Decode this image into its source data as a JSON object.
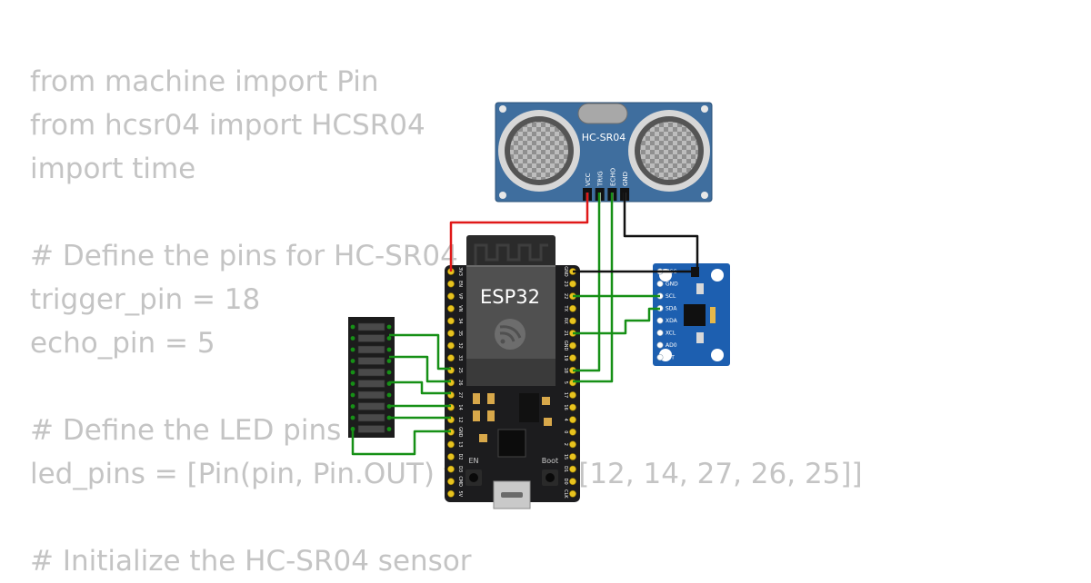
{
  "code_lines": [
    "from machine import Pin",
    "from hcsr04 import HCSR04",
    "import time",
    "",
    "# Define the pins for HC-SR04",
    "trigger_pin = 18",
    "echo_pin = 5",
    "",
    "# Define the LED pins",
    "led_pins = [Pin(pin, Pin.OUT) for pin in [12, 14, 27, 26, 25]]",
    "",
    "# Initialize the HC-SR04 sensor"
  ],
  "ultrasonic": {
    "title": "HC-SR04",
    "pins": [
      "VCC",
      "TRIG",
      "ECHO",
      "GND"
    ]
  },
  "esp32": {
    "title": "ESP32",
    "en_label": "EN",
    "boot_label": "Boot",
    "left_pins": [
      "3V3",
      "EN",
      "VP",
      "VN",
      "34",
      "35",
      "32",
      "33",
      "25",
      "26",
      "27",
      "14",
      "12",
      "GND",
      "13",
      "D2",
      "D3",
      "CMD",
      "5V"
    ],
    "right_pins": [
      "GND",
      "23",
      "22",
      "TX",
      "RX",
      "21",
      "GND",
      "19",
      "18",
      "5",
      "17",
      "16",
      "4",
      "0",
      "2",
      "15",
      "D1",
      "D0",
      "CLK"
    ]
  },
  "mpu": {
    "pins": [
      "VCC",
      "GND",
      "SCL",
      "SDA",
      "XDA",
      "XCL",
      "AD0",
      "INT"
    ]
  },
  "led_bar": {
    "segments": 10
  },
  "colors": {
    "code_text": "#c4c4c4",
    "sensor_board": "#3f6e9e",
    "esp_board": "#1c1c1e",
    "mpu_board": "#1d5fb0",
    "wire_power": "#e01818",
    "wire_signal": "#169016",
    "wire_ground": "#111111"
  }
}
